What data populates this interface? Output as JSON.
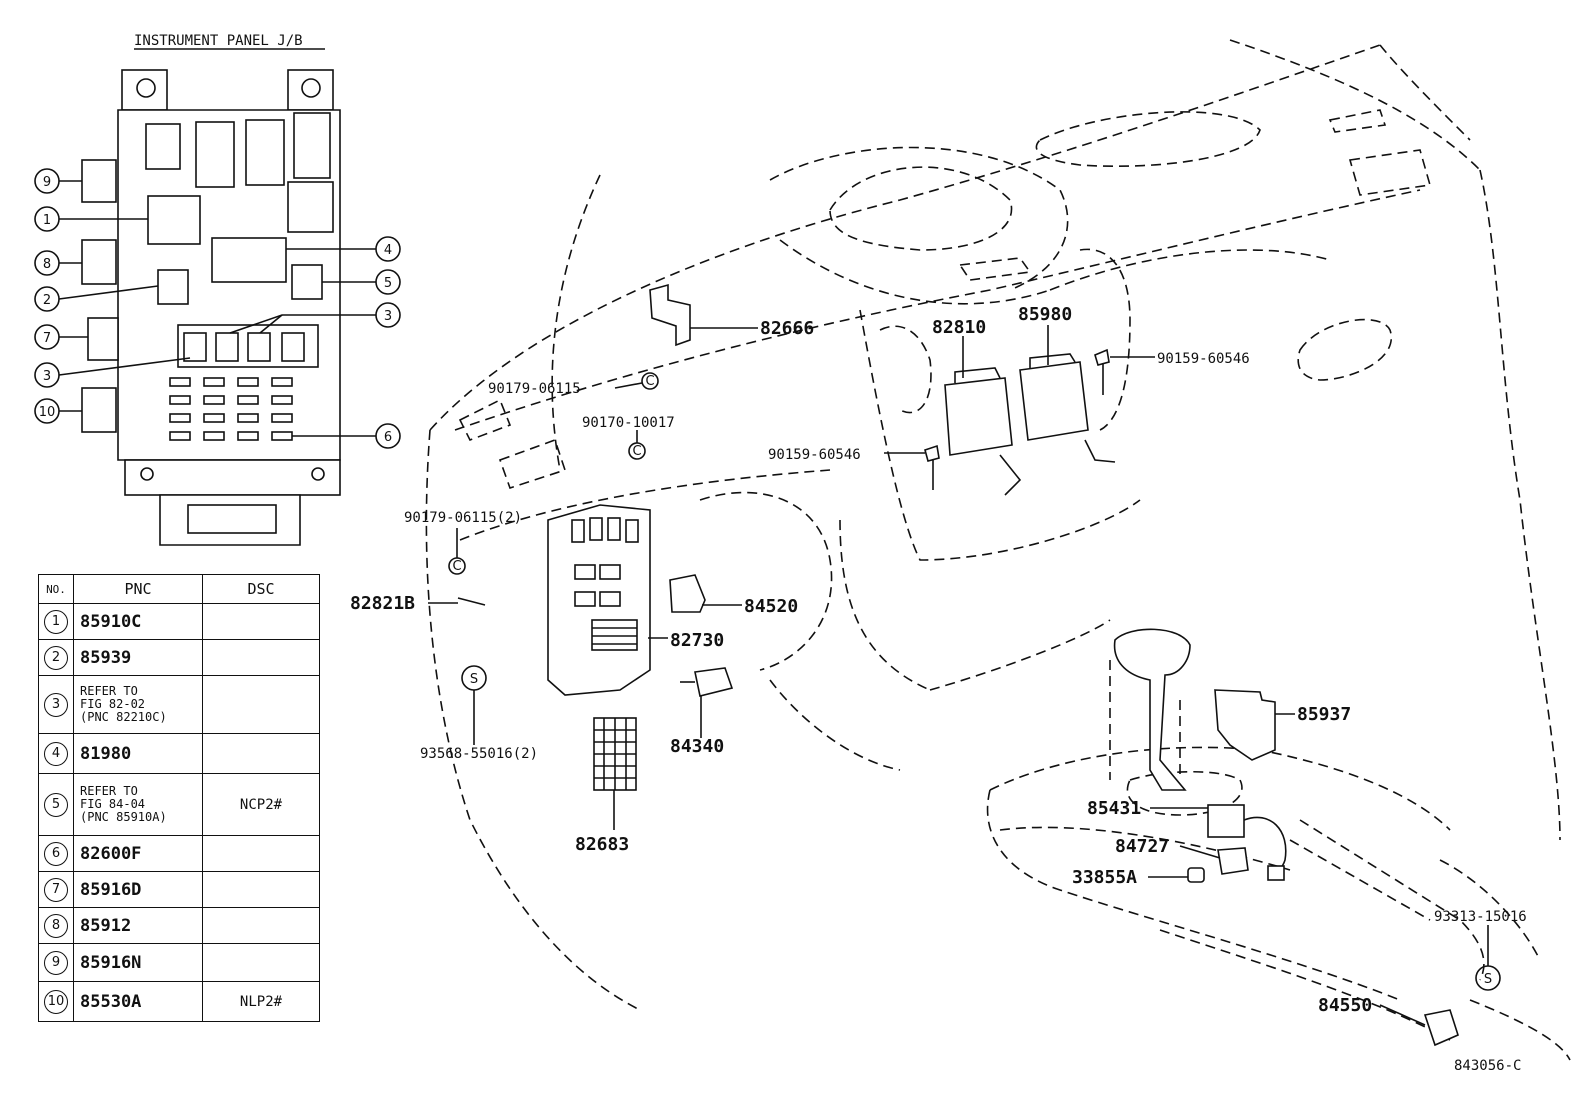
{
  "panel_title": "INSTRUMENT PANEL J/B",
  "diagram_code": "843056-C",
  "table": {
    "headers": {
      "no": "NO.",
      "pnc": "PNC",
      "dsc": "DSC"
    },
    "rows": [
      {
        "no": "1",
        "pnc": "85910C",
        "dsc": ""
      },
      {
        "no": "2",
        "pnc": "85939",
        "dsc": ""
      },
      {
        "no": "3",
        "pnc": "REFER TO\nFIG 82-02\n(PNC 82210C)",
        "dsc": ""
      },
      {
        "no": "4",
        "pnc": "81980",
        "dsc": ""
      },
      {
        "no": "5",
        "pnc": "REFER TO\nFIG 84-04\n(PNC 85910A)",
        "dsc": "NCP2#"
      },
      {
        "no": "6",
        "pnc": "82600F",
        "dsc": ""
      },
      {
        "no": "7",
        "pnc": "85916D",
        "dsc": ""
      },
      {
        "no": "8",
        "pnc": "85912",
        "dsc": ""
      },
      {
        "no": "9",
        "pnc": "85916N",
        "dsc": ""
      },
      {
        "no": "10",
        "pnc": "85530A",
        "dsc": "NLP2#"
      }
    ]
  },
  "jb_callouts": [
    "9",
    "1",
    "8",
    "2",
    "7",
    "3",
    "10",
    "4",
    "5",
    "3",
    "6"
  ],
  "part_labels": {
    "p82666": "82666",
    "p90179a": "90179-06115",
    "p90170": "90170-10017",
    "p90159a": "90159-60546",
    "p90159b": "90159-60546",
    "p82810": "82810",
    "p85980": "85980",
    "p90179b": "90179-06115(2)",
    "p82821b": "82821B",
    "p84520": "84520",
    "p82730": "82730",
    "p93568": "93568-55016(2)",
    "p84340": "84340",
    "p82683": "82683",
    "p85937": "85937",
    "p85431": "85431",
    "p84727": "84727",
    "p33855a": "33855A",
    "p93313": "93313-15016",
    "p84550": "84550"
  },
  "marker_s": "S",
  "marker_c": "C"
}
